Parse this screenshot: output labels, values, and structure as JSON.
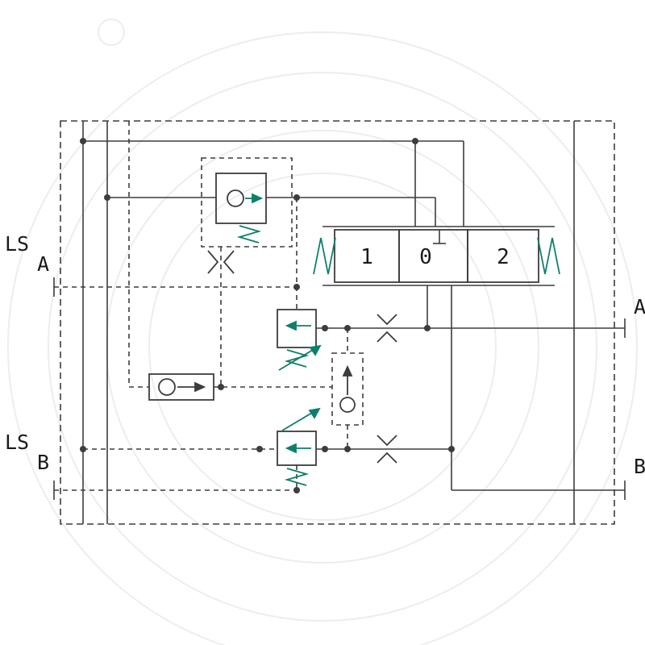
{
  "diagram": {
    "type": "hydraulic-valve-section-schematic",
    "labels": {
      "ls_top": "LS",
      "port_a_left": "A",
      "ls_bottom": "LS",
      "port_b_left": "B",
      "port_a_right": "A",
      "port_b_right": "B"
    },
    "directional_valve": {
      "positions": [
        "1",
        "0",
        "2"
      ]
    },
    "colors": {
      "line": "#3D3D3D",
      "accent_spring_arrow": "#0E7F6B",
      "watermark": "#EDEDED",
      "background": "#FFFFFF",
      "label_text": "#1A1A1A"
    }
  }
}
